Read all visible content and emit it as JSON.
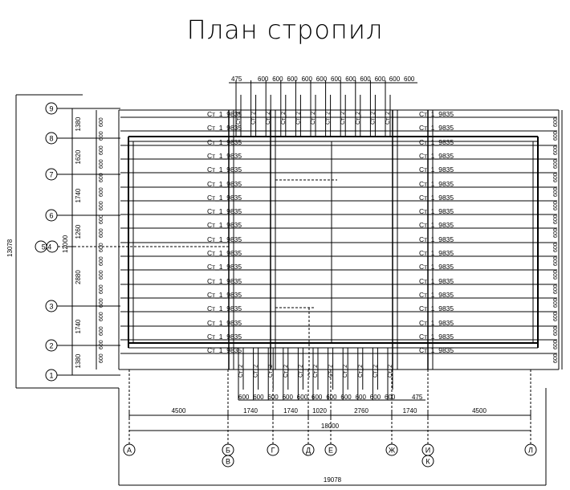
{
  "title": "План стропил",
  "rafter_label": "Ст_1_9835",
  "top_rafter_label": "Ст_2",
  "top_pitch_label": "600",
  "top_pitch_first": "475",
  "bottom_pitch_label": "600",
  "bottom_pitch_last": "475",
  "side_pitch_label": "600",
  "left_axes": [
    "9",
    "8",
    "7",
    "6",
    "5/4",
    "3",
    "2",
    "1"
  ],
  "left_dims": [
    "1380",
    "1620",
    "1740",
    "1260",
    "2880",
    "1740",
    "1380"
  ],
  "left_total_inner": "12000",
  "left_total_outer": "13078",
  "bottom_axes": [
    "А",
    "Б",
    "В",
    "Г",
    "Д",
    "Е",
    "Ж",
    "И",
    "К",
    "Л"
  ],
  "bottom_dims": [
    "4500",
    "1740",
    "1740",
    "1020",
    "2760",
    "1740",
    "4500"
  ],
  "bottom_total_inner": "18000",
  "bottom_total_outer": "19078"
}
